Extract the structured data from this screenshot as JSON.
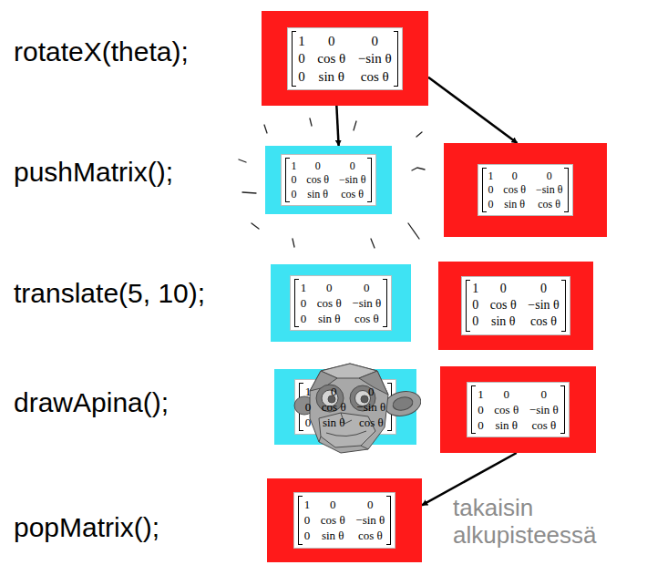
{
  "diagram": {
    "nodes": [
      {
        "text": [
          "1",
          "0",
          "0",
          "0",
          "cos θ",
          "−sin θ",
          "0",
          "sin θ",
          "cos θ"
        ]
      },
      {
        "text": [
          "1",
          "0",
          "0",
          "0",
          "cos θ",
          "−sin θ",
          "0",
          "sin θ",
          "cos θ"
        ]
      },
      {
        "text": [
          "1",
          "0",
          "0",
          "0",
          "cos θ",
          "−sin θ",
          "0",
          "sin θ",
          "cos θ"
        ]
      },
      {
        "text": [
          "1",
          "0",
          "0",
          "0",
          "cos θ",
          "−sin θ",
          "0",
          "sin θ",
          "cos θ"
        ]
      },
      {
        "text": [
          "1",
          "0",
          "0",
          "0",
          "cos θ",
          "−sin θ",
          "0",
          "sin θ",
          "cos θ"
        ]
      },
      {
        "text": [
          "1",
          "0",
          "0",
          "0",
          "cos θ",
          "−sin θ",
          "0",
          "sin θ",
          "cos θ"
        ]
      },
      {
        "text": [
          "1",
          "0",
          "0",
          "0",
          "cos θ",
          "−sin θ",
          "0",
          "sin θ",
          "cos θ"
        ]
      },
      {
        "text": [
          "1",
          "0",
          "0",
          "0",
          "cos θ",
          "−sin θ",
          "0",
          "sin θ",
          "cos θ"
        ]
      }
    ],
    "edges": [
      {
        "from": 0,
        "to": 1,
        "arrow": "to"
      },
      {
        "from": 0,
        "to": 2,
        "arrow": "to"
      },
      {
        "from": 6,
        "to": 7,
        "arrow": "to"
      }
    ],
    "labels": [
      "rotateX(theta);",
      "pushMatrix();",
      "translate(5, 10);",
      "drawApina();",
      "popMatrix();",
      "takaisin alkupisteessä"
    ]
  }
}
